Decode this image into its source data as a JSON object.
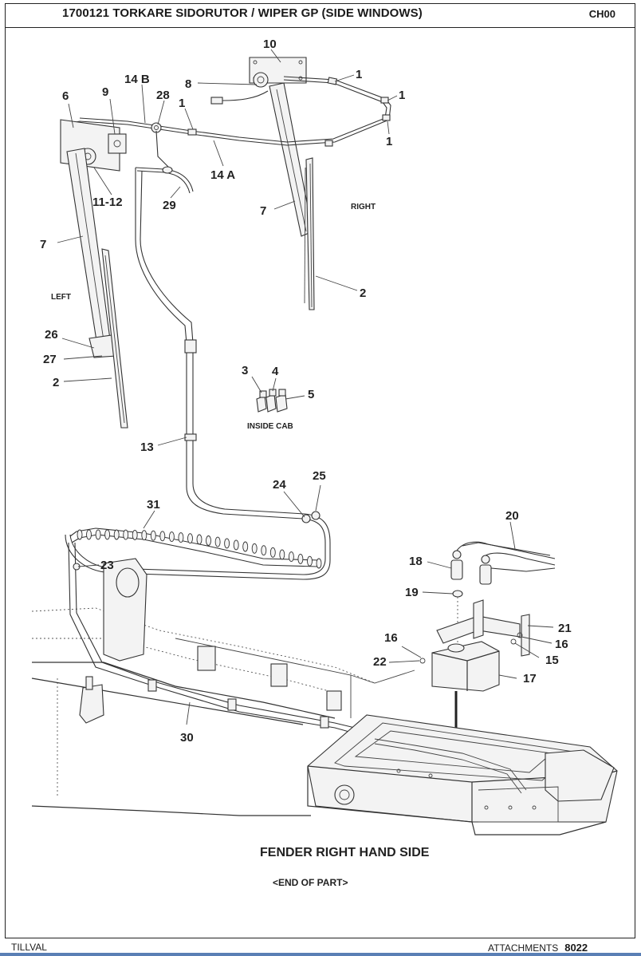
{
  "header": {
    "title": "1700121 TORKARE SIDORUTOR / WIPER GP (SIDE WINDOWS)",
    "code": "CH00"
  },
  "footer": {
    "left": "TILLVAL",
    "section": "ATTACHMENTS",
    "page": "8022"
  },
  "diagram": {
    "text_labels": {
      "left": "LEFT",
      "right": "RIGHT",
      "inside_cab": "INSIDE CAB"
    },
    "captions": {
      "fender": "FENDER RIGHT HAND SIDE",
      "end": "<END OF PART>"
    },
    "callouts": [
      "10",
      "8",
      "1",
      "1",
      "1",
      "14 B",
      "9",
      "28",
      "6",
      "1",
      "14 A",
      "11-12",
      "29",
      "7",
      "7",
      "2",
      "3",
      "4",
      "5",
      "26",
      "27",
      "2",
      "13",
      "24",
      "25",
      "31",
      "20",
      "18",
      "23",
      "19",
      "21",
      "16",
      "16",
      "22",
      "15",
      "17",
      "30"
    ]
  }
}
